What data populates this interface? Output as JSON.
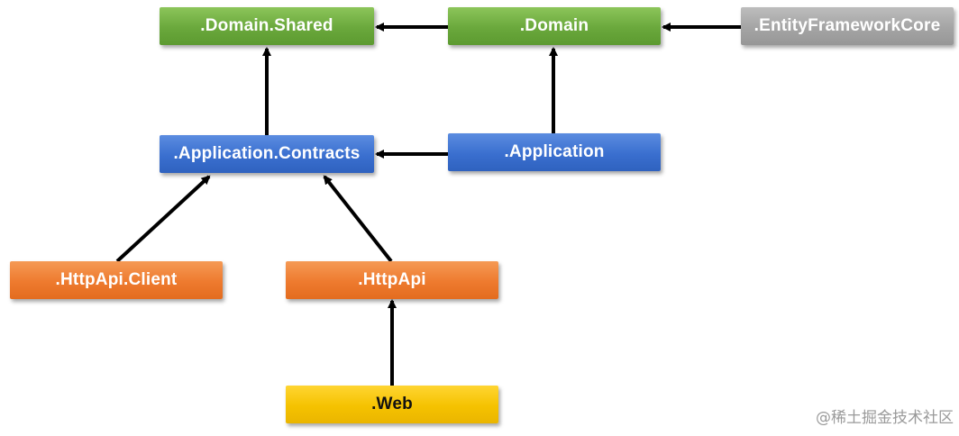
{
  "nodes": {
    "domain_shared": ".Domain.Shared",
    "domain": ".Domain",
    "entity_framework_core": ".EntityFrameworkCore",
    "application_contracts": ".Application.Contracts",
    "application": ".Application",
    "httpapi_client": ".HttpApi.Client",
    "httpapi": ".HttpApi",
    "web": ".Web"
  },
  "colors": {
    "green": "#6aa83c",
    "blue": "#3a6fcf",
    "orange": "#ee7a2e",
    "gray": "#a4a4a4",
    "yellow": "#f5c200",
    "arrow": "#000000"
  },
  "watermark": "@稀土掘金技术社区"
}
